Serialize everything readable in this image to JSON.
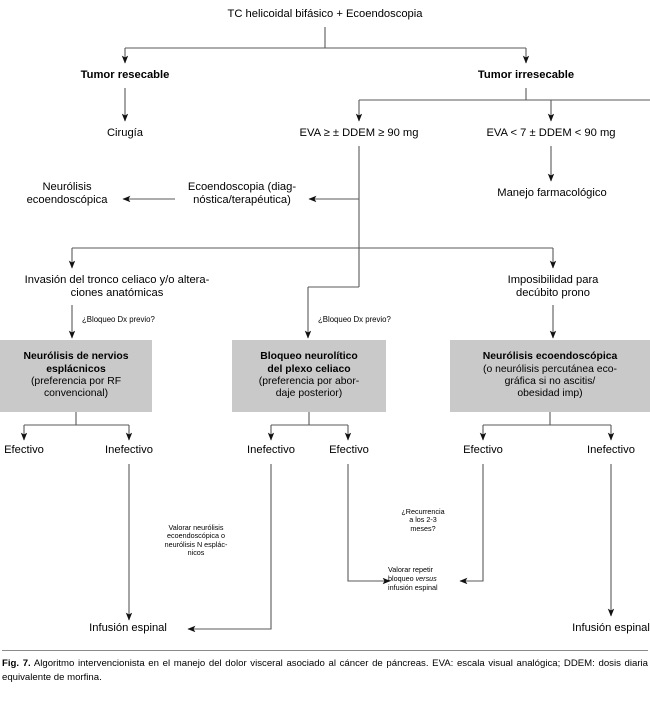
{
  "figure": {
    "label": "Fig. 7.",
    "caption": "Algoritmo intervencionista en el manejo del dolor visceral asociado al cáncer de páncreas. EVA: escala visual analógica; DDEM: dosis diaria equivalente de morfina."
  },
  "colors": {
    "box_fill": "#c9c9c9",
    "line": "#4d4d4d",
    "text": "#000000",
    "background": "#ffffff"
  },
  "nodes": {
    "root": "TC helicoidal bifásico + Ecoendoscopia",
    "resecable": "Tumor resecable",
    "irresecable": "Tumor irresecable",
    "cirugia": "Cirugía",
    "eva_high": "EVA ≥ ± DDEM ≥ 90 mg",
    "eva_low": "EVA < 7 ± DDEM < 90 mg",
    "neurolisis_eco": "Neurólisis\necoendoscópica",
    "ecoendoscopia": "Ecoendoscopia (diag-\nnóstica/terapéutica)",
    "manejo_farma": "Manejo farmacológico",
    "invasion": "Invasión del tronco celiaco y/o altera-\nciones anatómicas",
    "imposibilidad": "Imposibilidad para\ndecúbito prono",
    "bloqueo_dx_1": "¿Bloqueo Dx previo?",
    "bloqueo_dx_2": "¿Bloqueo Dx previo?",
    "recurrencia": "¿Recurrencia\na los 2-3\nmeses?",
    "valorar_neurolisis": "Valorar neurólisis\necoendoscópica o\nneurólisis N esplác-\nnicos",
    "valorar_repetir_1": "Valorar repetir",
    "valorar_repetir_2": "bloqueo ",
    "valorar_repetir_italic": "versus",
    "valorar_repetir_3": "infusión espinal",
    "infusion_left": "Infusión espinal",
    "infusion_right": "Infusión espinal"
  },
  "gray_boxes": [
    {
      "id": "box-neurolisis-esplacnicos",
      "heading": "Neurólisis de nervios\nesplácnicos",
      "sub": "(preferencia por RF\nconvencional)"
    },
    {
      "id": "box-bloqueo-plexo-celiaco",
      "heading": "Bloqueo neurolítico\ndel plexo celiaco",
      "sub": "(preferencia por abor-\ndaje posterior)"
    },
    {
      "id": "box-neurolisis-ecoendoscopica",
      "heading": "Neurólisis ecoendoscópica",
      "sub": "(o neurólisis percutánea eco-\ngráfica si no ascitis/\nobesidad imp)"
    }
  ],
  "outcomes": {
    "b1_left": "Efectivo",
    "b1_right": "Inefectivo",
    "b2_left": "Inefectivo",
    "b2_right": "Efectivo",
    "b3_left": "Efectivo",
    "b3_right": "Inefectivo"
  }
}
